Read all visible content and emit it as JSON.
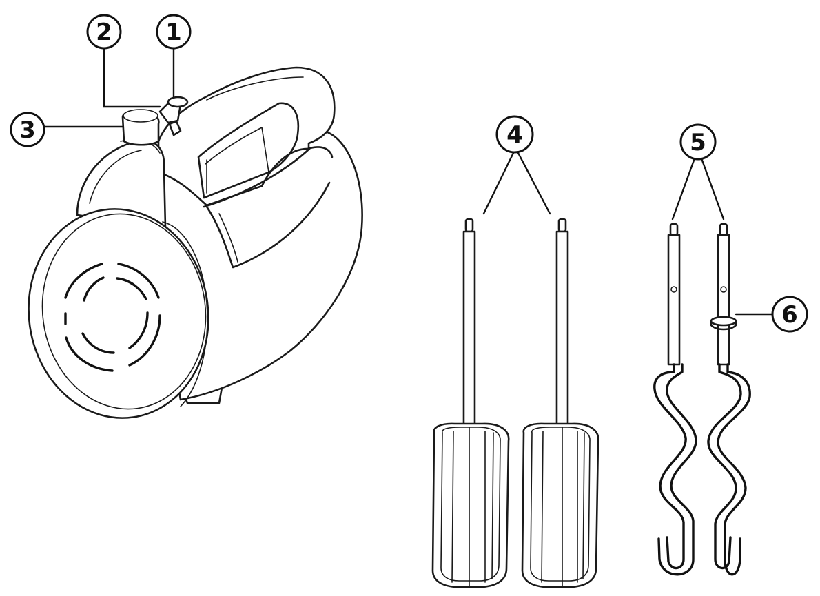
{
  "colors": {
    "ink": "#111111",
    "background": "#ffffff"
  },
  "callouts": {
    "c1": "1",
    "c2": "2",
    "c3": "3",
    "c4": "4",
    "c5": "5",
    "c6": "6"
  }
}
